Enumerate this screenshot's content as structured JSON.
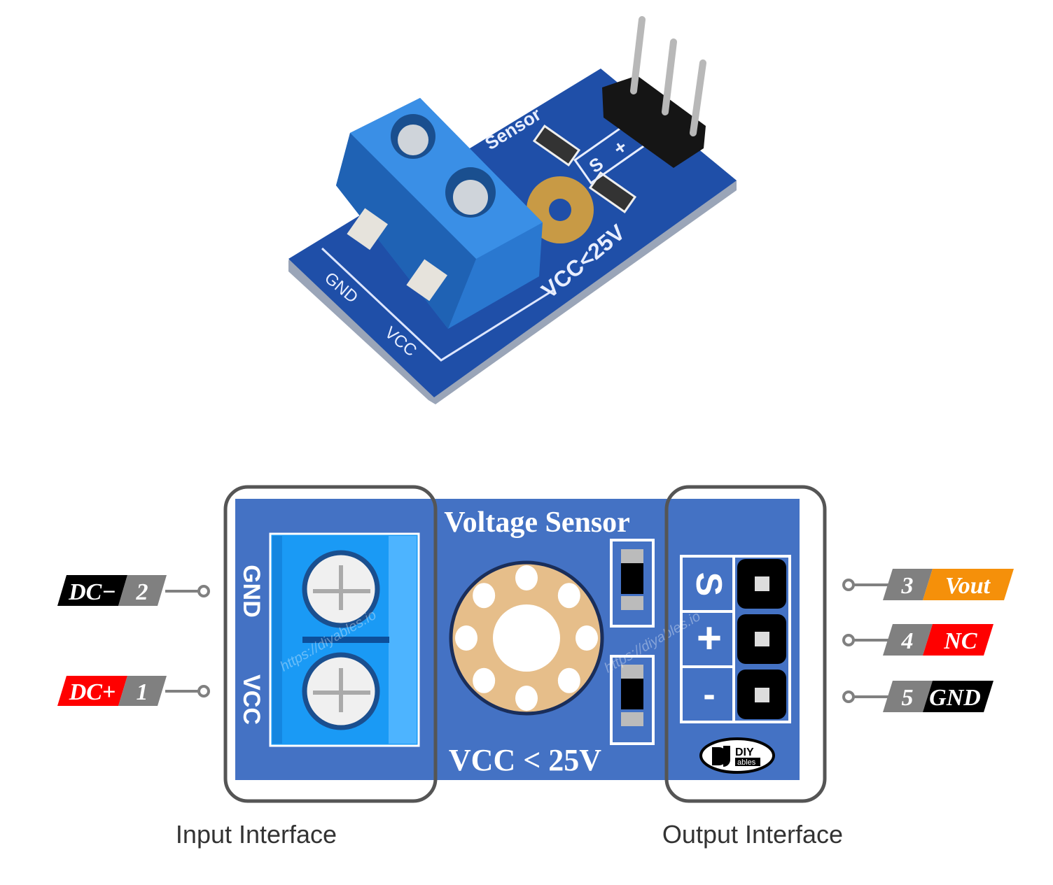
{
  "photo": {
    "silkscreen": {
      "sensor": "Sensor",
      "s": "S",
      "plus": "+",
      "minus": "-",
      "vcc_limit": "VCC<25V",
      "gnd": "GND",
      "vcc": "VCC"
    }
  },
  "diagram": {
    "title": "Voltage Sensor",
    "vcc_limit": "VCC < 25V",
    "terminal_labels": {
      "gnd": "GND",
      "vcc": "VCC"
    },
    "header_labels": {
      "s": "S",
      "plus": "+",
      "minus": "-"
    },
    "watermark": "https://diyables.io",
    "logo": {
      "top": "DIY",
      "bottom": "ables"
    }
  },
  "pins": {
    "left": [
      {
        "number": "2",
        "name": "DC−",
        "color": "#000000"
      },
      {
        "number": "1",
        "name": "DC+",
        "color": "#ff0000"
      }
    ],
    "right": [
      {
        "number": "3",
        "name": "Vout",
        "color": "#f5900a"
      },
      {
        "number": "4",
        "name": "NC",
        "color": "#ff0000"
      },
      {
        "number": "5",
        "name": "GND",
        "color": "#000000"
      }
    ]
  },
  "captions": {
    "input": "Input Interface",
    "output": "Output Interface"
  },
  "colors": {
    "board": "#4472c4",
    "pin_number_bg": "#808080",
    "outline": "#555555"
  }
}
